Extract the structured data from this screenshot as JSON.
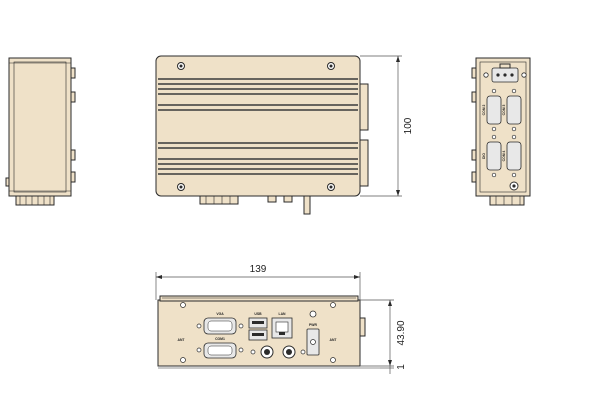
{
  "dimensions": {
    "height": "100",
    "width": "139",
    "depth": "43.90",
    "foot": "1"
  },
  "port_labels": {
    "vga": "VGA",
    "com1": "COM1",
    "usb": "USB",
    "lan": "LAN",
    "pwr": "PWR",
    "ant_left": "ANT",
    "ant_right": "ANT",
    "com2": "COM 2",
    "com3": "COM 3",
    "com4": "COM 4",
    "dio": "DIO"
  },
  "colors": {
    "body_fill": "#efe1c8",
    "outline": "#2b2b2b"
  }
}
